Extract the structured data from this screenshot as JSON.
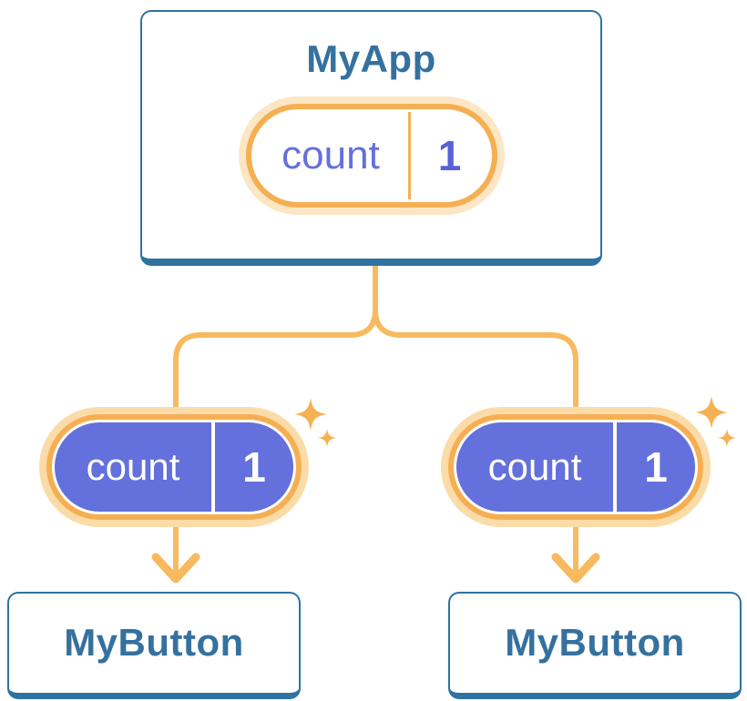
{
  "diagram": {
    "description": "React state-sharing tree: parent component holds state passed to two children",
    "tree": {
      "root": {
        "label": "MyApp",
        "state": {
          "name": "count",
          "value": "1"
        }
      },
      "children": [
        {
          "label": "MyButton",
          "state": {
            "name": "count",
            "value": "1"
          }
        },
        {
          "label": "MyButton",
          "state": {
            "name": "count",
            "value": "1"
          }
        }
      ]
    },
    "icons": {
      "sparkle": "four-point-star-sparkle",
      "arrow": "arrow-down"
    },
    "colors": {
      "background": "#FFFFFF",
      "node_border_blue": "#2E73A1",
      "node_text_blue": "#35719F",
      "connector_orange": "#F8BA5E",
      "pill_ring_orange": "#F5AF52",
      "pill_halo_light": "#FCE6C4",
      "pill_halo_deep": "#FBDCA8",
      "state_purple": "#6470DC",
      "value_purple": "#5A60D8",
      "sparkle_orange": "#F5B254"
    }
  }
}
